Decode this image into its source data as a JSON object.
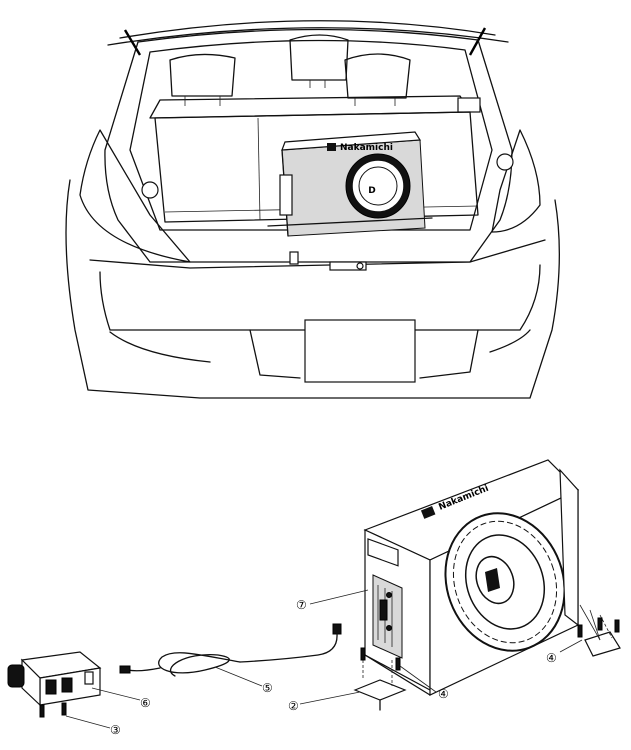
{
  "brand": {
    "trunk_label": "Nakamichi",
    "enclosure_label": "Nakamichi",
    "logo_text": "D"
  },
  "callouts": {
    "c7": "⑦",
    "c5": "⑤",
    "c6": "⑥",
    "c3": "③",
    "c2": "②",
    "c4_bottom": "④",
    "c4_right": "④"
  }
}
